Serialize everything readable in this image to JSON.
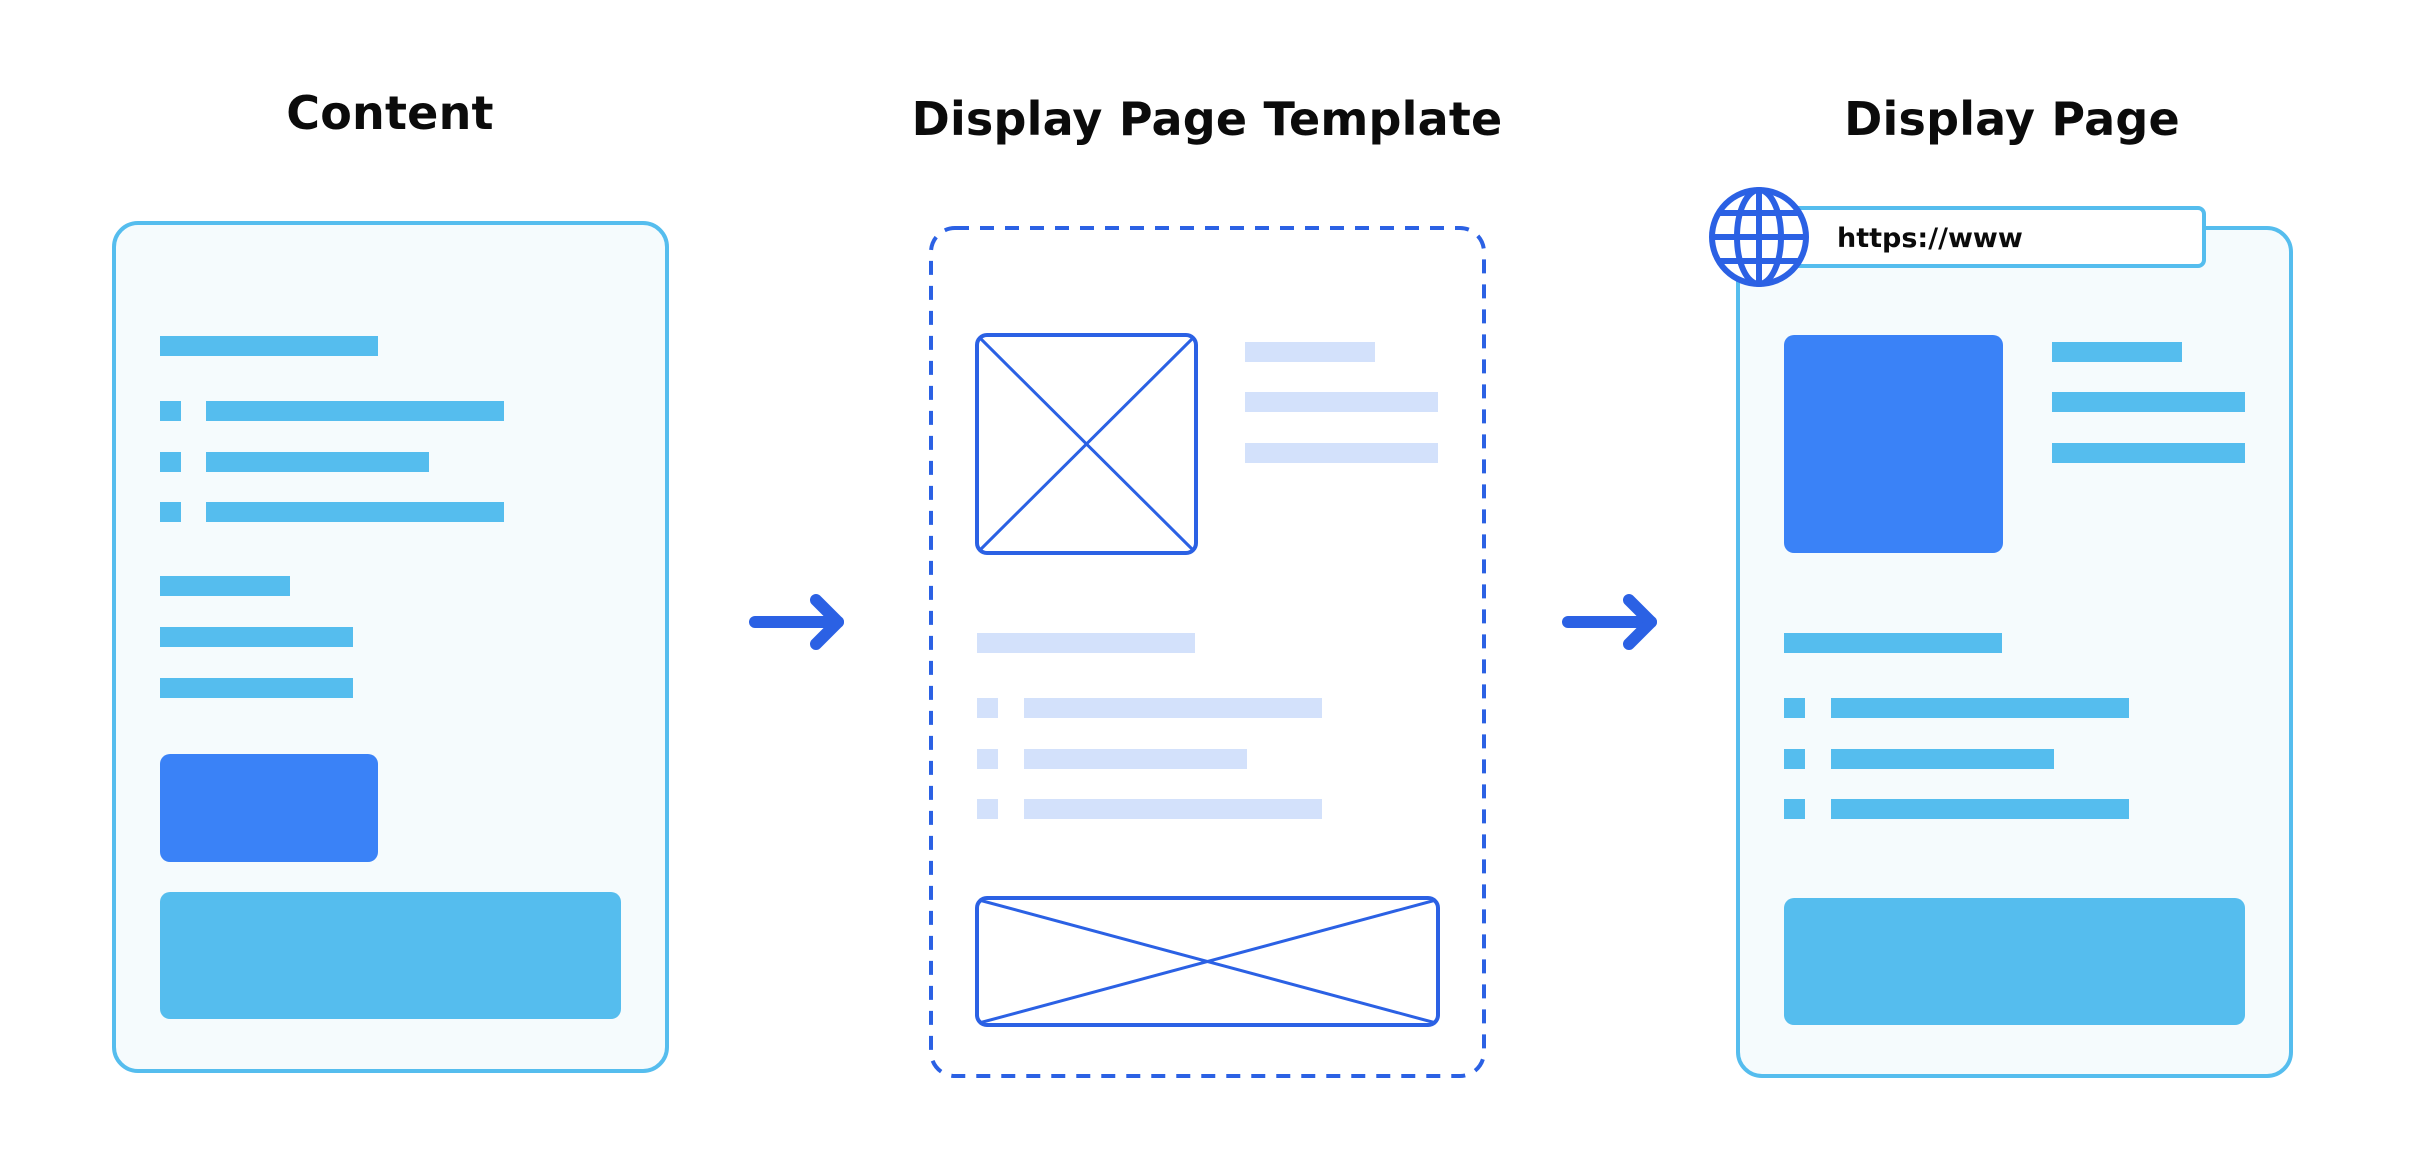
{
  "titles": {
    "content": "Content",
    "template": "Display Page Template",
    "display": "Display Page"
  },
  "url_bar": {
    "text": "https://www"
  },
  "icons": {
    "arrow_1": "arrow-right-icon",
    "arrow_2": "arrow-right-icon",
    "globe": "globe-icon",
    "image_placeholder": "image-placeholder-icon"
  },
  "colors": {
    "panel_border": "#55bdee",
    "panel_fill": "#f5fbfd",
    "light_blue": "#55bdee",
    "dark_blue": "#3a82f7",
    "accent_blue": "#2b61e4",
    "placeholder": "#d3e1fb"
  }
}
